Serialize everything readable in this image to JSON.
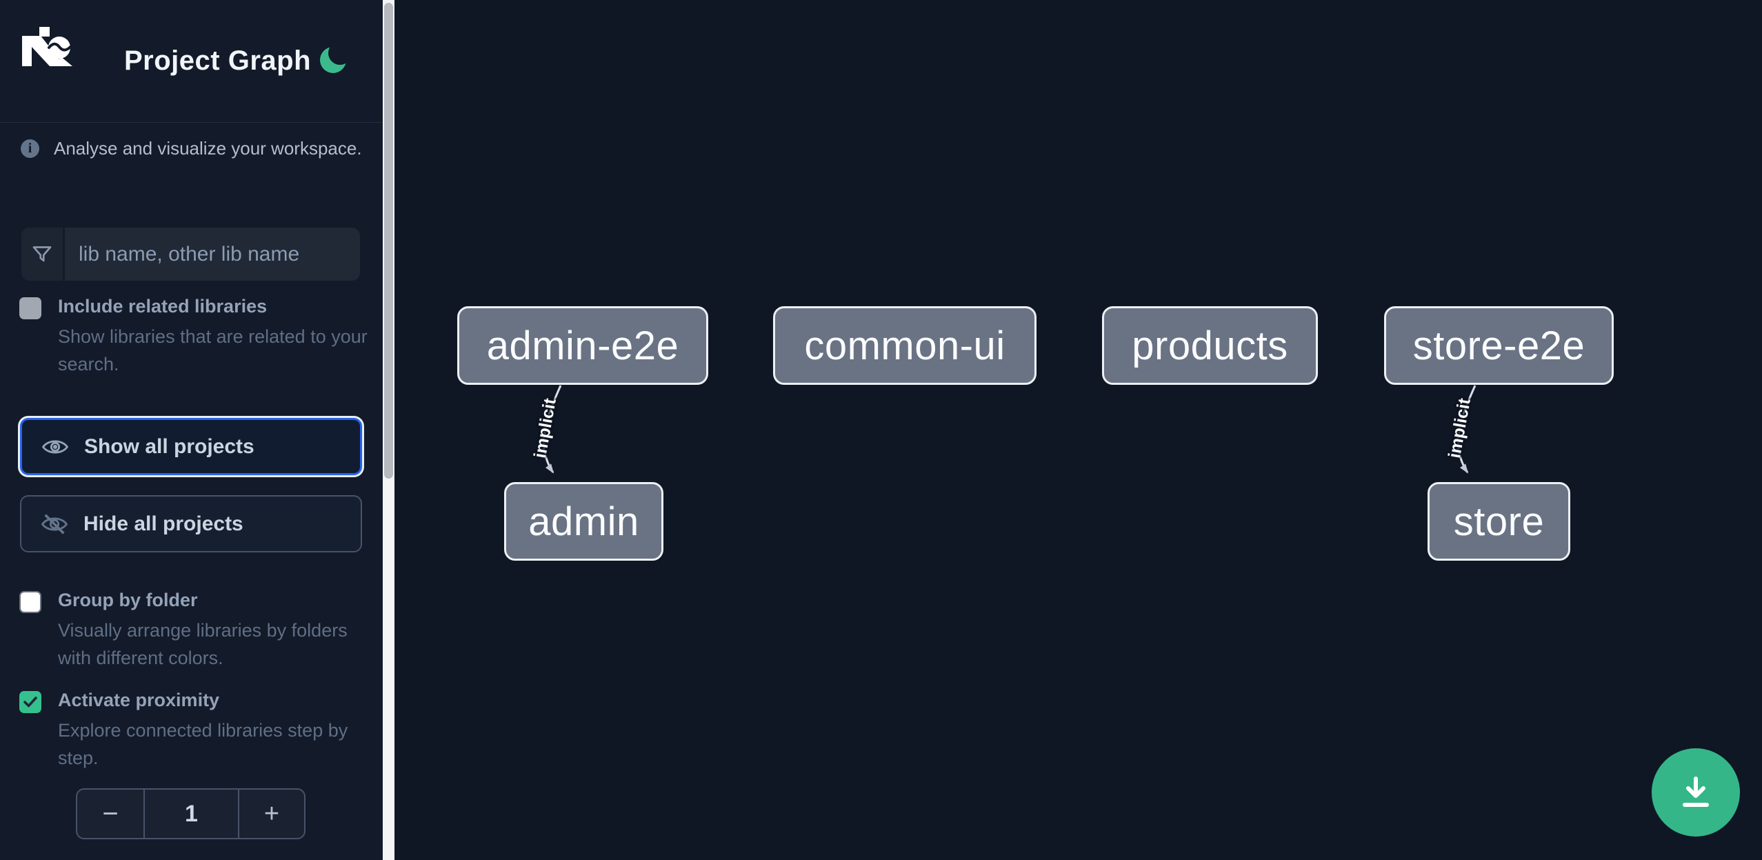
{
  "header": {
    "title": "Project Graph",
    "logo_icon": "nx-logo",
    "theme_icon": "moon-icon"
  },
  "sidebar": {
    "tagline": "Analyse and visualize your workspace.",
    "search": {
      "placeholder": "lib name, other lib name",
      "value": "",
      "icon": "funnel-icon"
    },
    "checkboxes": [
      {
        "label": "Include related libraries",
        "description": "Show libraries that are related to your search.",
        "checked": false,
        "disabled": true
      },
      {
        "label": "Group by folder",
        "description": "Visually arrange libraries by folders with different colors.",
        "checked": false
      },
      {
        "label": "Activate proximity",
        "description": "Explore connected libraries step by step.",
        "checked": true
      }
    ],
    "buttons": [
      {
        "label": "Show all projects",
        "icon": "eye-icon",
        "focused": true
      },
      {
        "label": "Hide all projects",
        "icon": "eye-off-icon",
        "focused": false
      }
    ],
    "proximity_stepper": {
      "decrement": "−",
      "value": "1",
      "increment": "+"
    }
  },
  "graph": {
    "nodes": [
      {
        "id": "admin-e2e",
        "label": "admin-e2e"
      },
      {
        "id": "common-ui",
        "label": "common-ui"
      },
      {
        "id": "products",
        "label": "products"
      },
      {
        "id": "store-e2e",
        "label": "store-e2e"
      },
      {
        "id": "admin",
        "label": "admin"
      },
      {
        "id": "store",
        "label": "store"
      }
    ],
    "edges": [
      {
        "source": "admin-e2e",
        "target": "admin",
        "label": "implicit",
        "type": "implicit"
      },
      {
        "source": "store-e2e",
        "target": "store",
        "label": "implicit",
        "type": "implicit"
      }
    ]
  },
  "fab": {
    "icon": "download-icon"
  },
  "colors": {
    "sidebar_bg": "#131a29",
    "canvas_bg": "#101724",
    "accent_green": "#35b689",
    "checkbox_checked_green": "#34c18e",
    "focus_blue": "#2563eb",
    "node_fill": "#6a7384",
    "node_border": "#edf0f4",
    "edge": "#d9dfe7",
    "text_primary": "#f1f5f9",
    "text_muted": "#5f6f86"
  }
}
